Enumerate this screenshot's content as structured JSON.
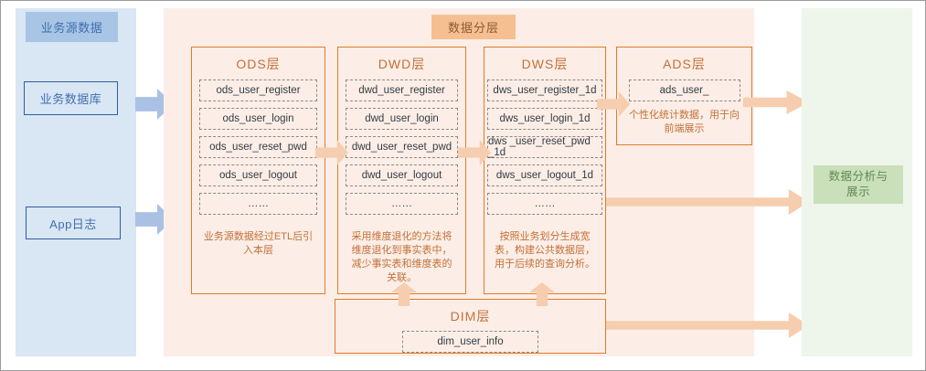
{
  "colors": {
    "source_panel_bg": "#d9e6f4",
    "source_badge_bg": "#a8c5e5",
    "source_text": "#3f6fae",
    "source_border": "#2f5f9e",
    "mid_panel_bg": "#fceee6",
    "mid_badge_bg": "#f5bf92",
    "layer_border": "#e07b2a",
    "layer_text": "#c2703a",
    "table_border": "#8a8a8a",
    "table_text": "#333a44",
    "arrow_blue": "#aac1e4",
    "arrow_orange": "#f6cdae",
    "right_panel_bg": "#eef5ea",
    "right_badge_bg": "#c9e0bb",
    "right_text": "#5f8a4e"
  },
  "source": {
    "badge": "业务源数据",
    "boxes": [
      {
        "label": "业务数据库"
      },
      {
        "label": "App日志"
      }
    ]
  },
  "middle": {
    "badge": "数据分层",
    "layers": [
      {
        "key": "ods",
        "title": "ODS层",
        "tables": [
          "ods_user_register",
          "ods_user_login",
          "ods_user_reset_pwd",
          "ods_user_logout",
          "……"
        ],
        "description": "业务源数据经过ETL后引入本层"
      },
      {
        "key": "dwd",
        "title": "DWD层",
        "tables": [
          "dwd_user_register",
          "dwd_user_login",
          "dwd_user_reset_pwd",
          "dwd_user_logout",
          "……"
        ],
        "description": "采用维度退化的方法将维度退化到事实表中，减少事实表和维度表的关联。"
      },
      {
        "key": "dws",
        "title": "DWS层",
        "tables": [
          "dws_user_register_1d",
          "dws_user_login_1d",
          "dws _user_reset_pwd _1d",
          "dws_user_logout_1d",
          "……"
        ],
        "description": "按照业务划分生成宽表，构建公共数据层，用于后续的查询分析。"
      },
      {
        "key": "ads",
        "title": "ADS层",
        "tables": [
          "ads_user_"
        ],
        "description": "个性化统计数据，用于向前端展示"
      },
      {
        "key": "dim",
        "title": "DIM层",
        "tables": [
          "dim_user_info"
        ],
        "description": ""
      }
    ]
  },
  "right": {
    "badge_line1": "数据分析与",
    "badge_line2": "展示"
  }
}
